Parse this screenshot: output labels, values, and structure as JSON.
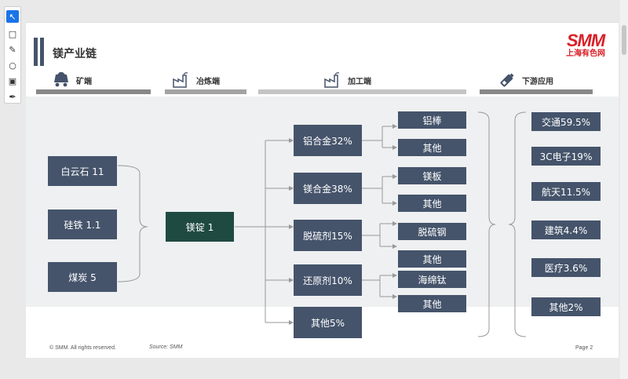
{
  "page": {
    "title": "镁产业链",
    "logo_main": "SMM",
    "logo_sub": "上海有色网",
    "footer_copyright": "© SMM. All rights reserved.",
    "footer_source": "Source:  SMM",
    "footer_page": "Page 2"
  },
  "stages": [
    {
      "label": "矿端",
      "icon": "mining-cart-icon"
    },
    {
      "label": "冶炼端",
      "icon": "factory-icon"
    },
    {
      "label": "加工端",
      "icon": "factory-icon"
    },
    {
      "label": "下游应用",
      "icon": "battery-icon"
    }
  ],
  "mining": [
    "白云石 11",
    "硅铁 1.1",
    "煤炭 5"
  ],
  "smelting": "镁锭 1",
  "processing": [
    "铝合金32%",
    "镁合金38%",
    "脱硫剂15%",
    "还原剂10%",
    "其他5%"
  ],
  "products": [
    "铝棒",
    "其他",
    "镁板",
    "其他",
    "脱硫钢",
    "其他",
    "海绵钛",
    "其他"
  ],
  "applications": [
    "交通59.5%",
    "3C电子19%",
    "航天11.5%",
    "建筑4.4%",
    "医疗3.6%",
    "其他2%"
  ],
  "colors": {
    "box": "#45546b",
    "smelting_box": "#1f4a42",
    "connector": "#999999",
    "brand": "#d91f26"
  }
}
